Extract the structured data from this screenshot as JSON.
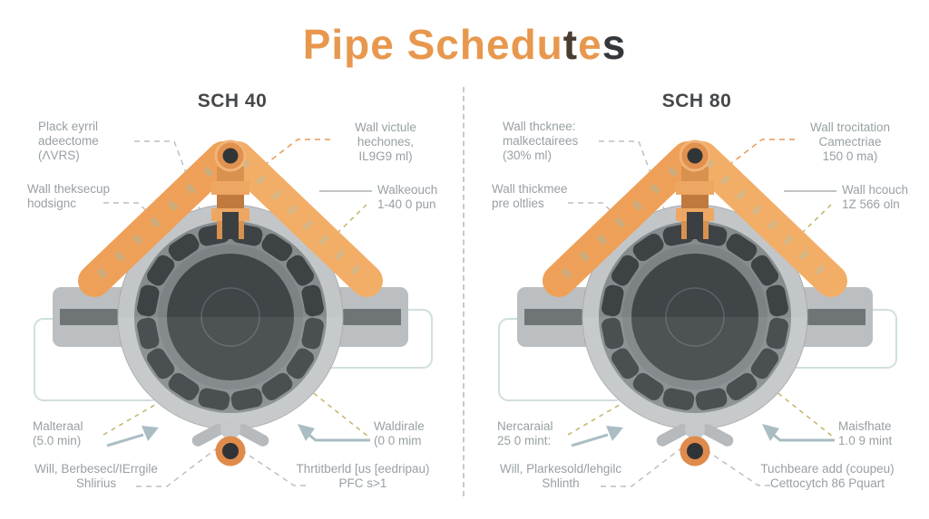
{
  "title": {
    "part_main": "Pipe Schedu",
    "part_t": "t",
    "part_e": "e",
    "part_s": "s",
    "full_text": "Pipe Schedutes"
  },
  "panels": [
    {
      "heading": "SCH 40",
      "labels": {
        "tl1": "Plack eyrril\nadeectome\n(ΛVRS)",
        "tl2": "Wall theksecup\nhodsignc",
        "tr1": "Wall victule\nhechones,\nIL9G9 ml)",
        "tr2": "Walkeouch\n1-40 0 pun",
        "bl1": "Malteraal\n(5.0 min)",
        "bl2": "Will, Berbesecl/IErrgile\nShlirius",
        "br1": "Waldirale\n(0 0 mim",
        "br2": "Thrtitberld [us [eedripau)\nPFC s>1"
      }
    },
    {
      "heading": "SCH 80",
      "labels": {
        "tl1": "Wall thcknee:\nmalkectairees\n(30% ml)",
        "tl2": "Wall thickmee\npre oltlies",
        "tr1": "Wall trocitation\nCamectriae\n150 0 ma)",
        "tr2": "Wall hcouch\n1Z 566 oln",
        "bl1": "Nercaraial\n25 0 mint:",
        "bl2": "Will, Plarkesold/lehgilc\nShlinth",
        "br1": "Maisfhate\n1.0 9 mint",
        "br2": "Tuchbeare add (coupeu)\nCettocytch 86 Pquart"
      }
    }
  ],
  "colors": {
    "title_orange": "#e8984e",
    "title_dark": "#35383b",
    "heading_dark": "#45484b",
    "label_gray": "#98a0a4",
    "chevron_orange_left": "#efa058",
    "chevron_orange_right": "#f2ad67",
    "pin_orange": "#e2914f",
    "pipe_outer_gray": "#c3c6c8",
    "pipe_ring_gray": "#868b8e",
    "pipe_slot_dark": "#3d4245",
    "pipe_bore_dark": "#404548",
    "stub_gray": "#bcbfc1",
    "bolt_gray": "#6f7477",
    "teal_box_outline": "#cfdfdf",
    "olive_dash": "#c3b469",
    "orange_dash": "#e59a55",
    "gray_dash": "#bac0c3",
    "arrow_blue_gray": "#a9bdc3",
    "background": "#ffffff"
  }
}
